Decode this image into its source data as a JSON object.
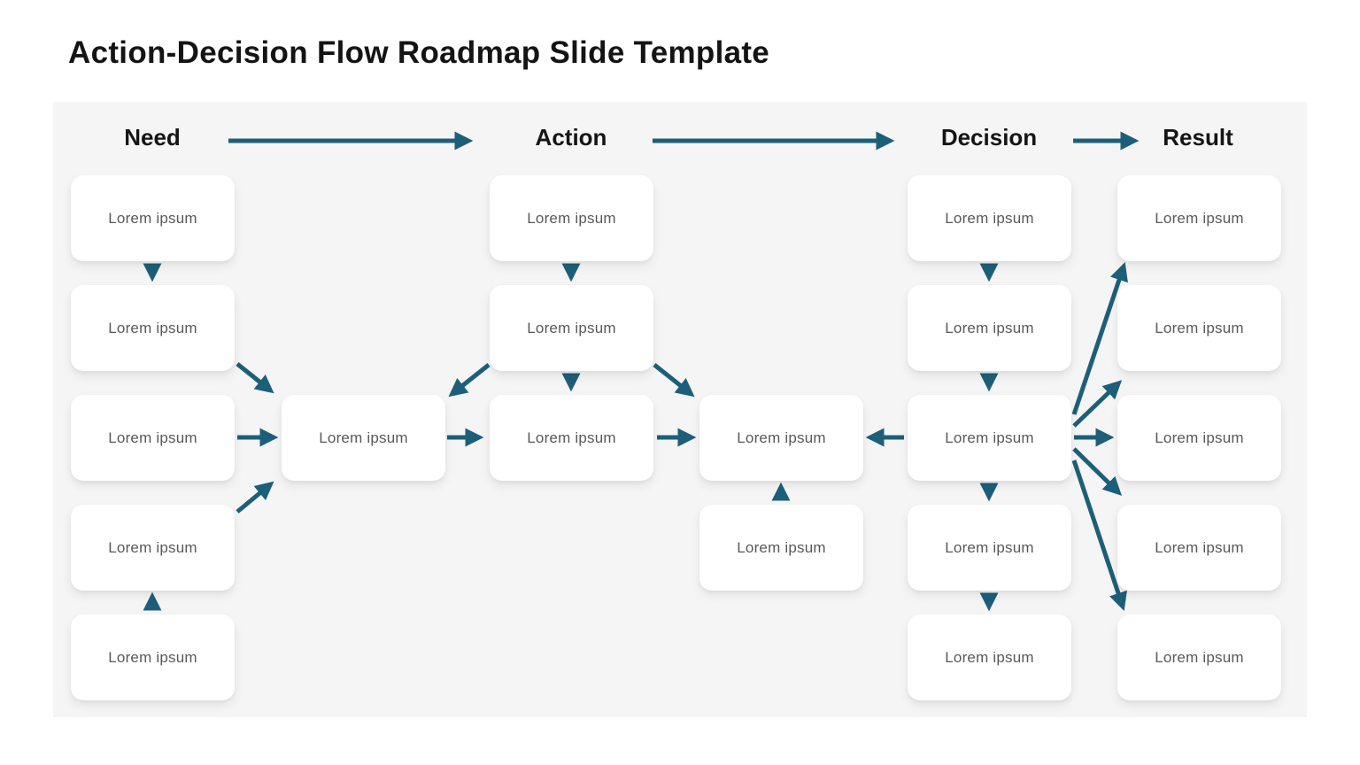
{
  "title": "Action-Decision Flow Roadmap Slide Template",
  "colors": {
    "arrow": "#1d5f78",
    "panel_background": "#f5f5f6",
    "node_background": "#ffffff",
    "node_text": "#595959",
    "heading_text": "#151515"
  },
  "headers": {
    "need": "Need",
    "action": "Action",
    "decision": "Decision",
    "result": "Result"
  },
  "nodes": {
    "need": [
      "Lorem ipsum",
      "Lorem ipsum",
      "Lorem ipsum",
      "Lorem ipsum",
      "Lorem ipsum"
    ],
    "merge": [
      "Lorem ipsum"
    ],
    "action": [
      "Lorem ipsum",
      "Lorem ipsum",
      "Lorem ipsum"
    ],
    "bridge": [
      "Lorem ipsum",
      "Lorem ipsum"
    ],
    "decision": [
      "Lorem ipsum",
      "Lorem ipsum",
      "Lorem ipsum",
      "Lorem ipsum",
      "Lorem ipsum"
    ],
    "result": [
      "Lorem ipsum",
      "Lorem ipsum",
      "Lorem ipsum",
      "Lorem ipsum",
      "Lorem ipsum"
    ]
  }
}
